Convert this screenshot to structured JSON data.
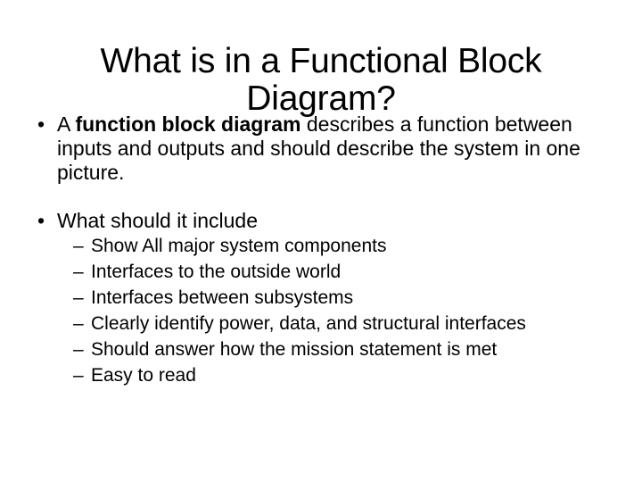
{
  "slide": {
    "title": "What is in a Functional Block Diagram?",
    "background_color": "#FFFFFF",
    "text_color": "#000000",
    "bullets": [
      {
        "marker": "•",
        "text_before_bold": "A ",
        "bold_text": "function block diagram",
        "text_after_bold": " describes a function between inputs and outputs and should describe the system in one picture."
      },
      {
        "marker": "•",
        "text": "What should it include"
      }
    ],
    "sub_bullets": [
      {
        "marker": "–",
        "text": "Show All major system components"
      },
      {
        "marker": "–",
        "text": "Interfaces to the outside world"
      },
      {
        "marker": "–",
        "text": "Interfaces between subsystems"
      },
      {
        "marker": "–",
        "text": "Clearly identify power, data, and structural interfaces"
      },
      {
        "marker": "–",
        "text": "Should answer how the mission statement is met"
      },
      {
        "marker": "–",
        "text": "Easy to read"
      }
    ]
  }
}
